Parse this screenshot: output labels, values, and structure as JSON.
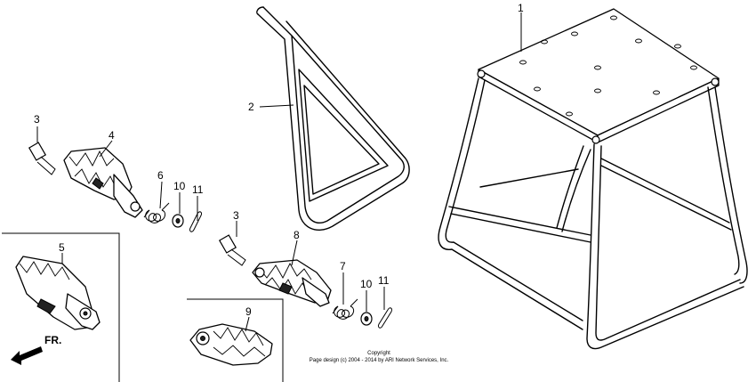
{
  "callouts": {
    "c1": "1",
    "c2": "2",
    "c3a": "3",
    "c3b": "3",
    "c4": "4",
    "c5": "5",
    "c6": "6",
    "c7": "7",
    "c8": "8",
    "c9": "9",
    "c10a": "10",
    "c10b": "10",
    "c11a": "11",
    "c11b": "11"
  },
  "direction_label": "FR.",
  "copyright": {
    "line1": "Copyright",
    "line2": "Page design (c) 2004 - 2014 by ARI Network Services, Inc."
  }
}
